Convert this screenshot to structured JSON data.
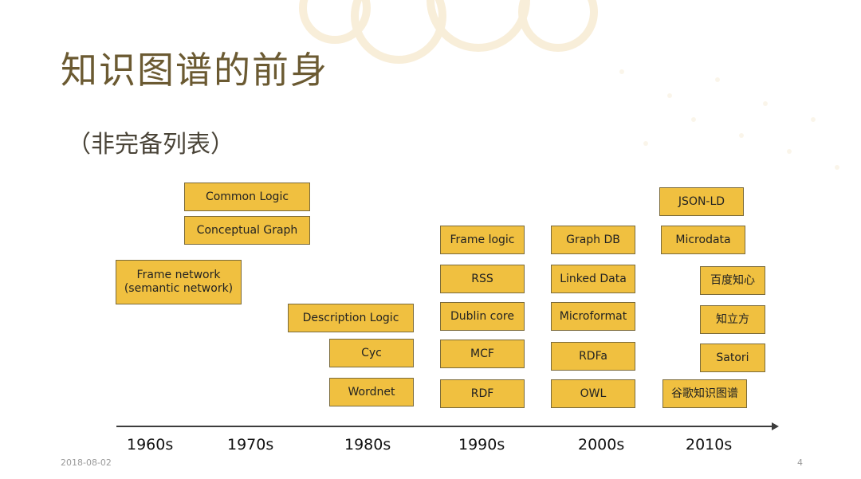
{
  "slide": {
    "title": "知识图谱的前身",
    "subtitle": "（非完备列表）",
    "footer_date": "2018-08-02",
    "page_number": "4"
  },
  "colors": {
    "box_fill": "#f0c040",
    "box_border": "#7a6a3a",
    "title_color": "#6b5a32",
    "axis_color": "#3c3c3c"
  },
  "timeline": {
    "decades": [
      "1960s",
      "1970s",
      "1980s",
      "1990s",
      "2000s",
      "2010s"
    ]
  },
  "boxes": [
    {
      "id": "common-logic",
      "label": "Common Logic",
      "decade": "1970s"
    },
    {
      "id": "conceptual-graph",
      "label": "Conceptual Graph",
      "decade": "1970s"
    },
    {
      "id": "frame-network",
      "label": "Frame network\n(semantic network)",
      "decade": "1960s"
    },
    {
      "id": "description-logic",
      "label": "Description Logic",
      "decade": "1980s"
    },
    {
      "id": "cyc",
      "label": "Cyc",
      "decade": "1980s"
    },
    {
      "id": "wordnet",
      "label": "Wordnet",
      "decade": "1980s"
    },
    {
      "id": "frame-logic",
      "label": "Frame logic",
      "decade": "1990s"
    },
    {
      "id": "rss",
      "label": "RSS",
      "decade": "1990s"
    },
    {
      "id": "dublin-core",
      "label": "Dublin core",
      "decade": "1990s"
    },
    {
      "id": "mcf",
      "label": "MCF",
      "decade": "1990s"
    },
    {
      "id": "rdf",
      "label": "RDF",
      "decade": "1990s"
    },
    {
      "id": "graph-db",
      "label": "Graph DB",
      "decade": "2000s"
    },
    {
      "id": "linked-data",
      "label": "Linked Data",
      "decade": "2000s"
    },
    {
      "id": "microformat",
      "label": "Microformat",
      "decade": "2000s"
    },
    {
      "id": "rdfa",
      "label": "RDFa",
      "decade": "2000s"
    },
    {
      "id": "owl",
      "label": "OWL",
      "decade": "2000s"
    },
    {
      "id": "json-ld",
      "label": "JSON-LD",
      "decade": "2010s"
    },
    {
      "id": "microdata",
      "label": "Microdata",
      "decade": "2010s"
    },
    {
      "id": "baidu-zhixin",
      "label": "百度知心",
      "decade": "2010s"
    },
    {
      "id": "zhilifang",
      "label": "知立方",
      "decade": "2010s"
    },
    {
      "id": "satori",
      "label": "Satori",
      "decade": "2010s"
    },
    {
      "id": "google-knowledge-graph",
      "label": "谷歌知识图谱",
      "decade": "2010s"
    }
  ]
}
